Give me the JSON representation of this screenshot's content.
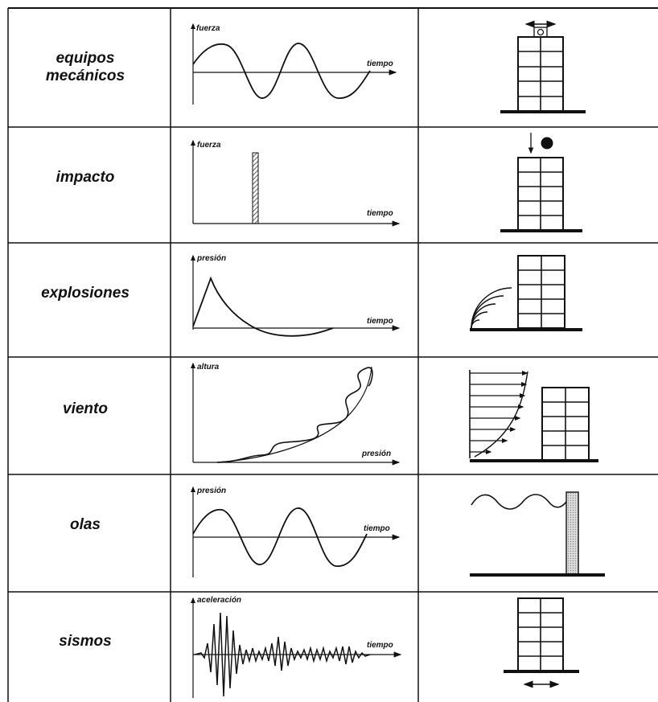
{
  "rows": [
    {
      "label_lines": [
        "equipos",
        "mecánicos"
      ],
      "y_axis": "fuerza",
      "x_axis": "tiempo"
    },
    {
      "label_lines": [
        "impacto"
      ],
      "y_axis": "fuerza",
      "x_axis": "tiempo"
    },
    {
      "label_lines": [
        "explosiones"
      ],
      "y_axis": "presión",
      "x_axis": "tiempo"
    },
    {
      "label_lines": [
        "viento"
      ],
      "y_axis": "altura",
      "x_axis": "presión"
    },
    {
      "label_lines": [
        "olas"
      ],
      "y_axis": "presión",
      "x_axis": "tiempo"
    },
    {
      "label_lines": [
        "sismos"
      ],
      "y_axis": "aceleración",
      "x_axis": "tiempo"
    }
  ]
}
